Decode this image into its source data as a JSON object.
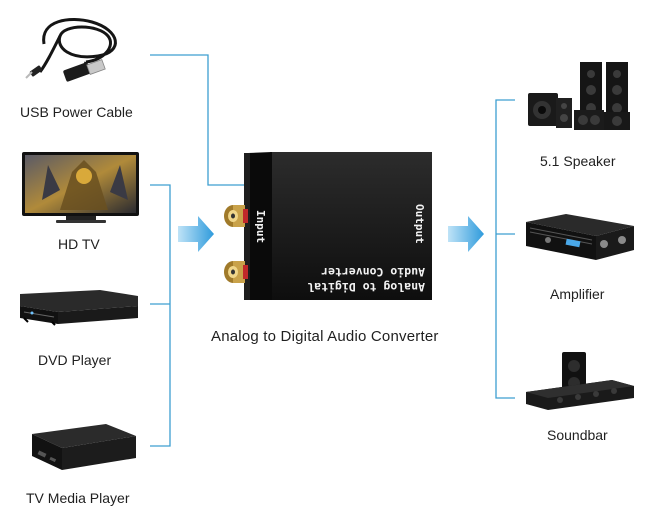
{
  "inputs": [
    {
      "label": "USB Power Cable",
      "icon": "usb-power-cable-icon"
    },
    {
      "label": "HD TV",
      "icon": "hd-tv-icon"
    },
    {
      "label": "DVD Player",
      "icon": "dvd-player-icon"
    },
    {
      "label": "TV Media Player",
      "icon": "tv-media-player-icon"
    }
  ],
  "outputs": [
    {
      "label": "5.1 Speaker",
      "icon": "speaker-system-icon"
    },
    {
      "label": "Amplifier",
      "icon": "amplifier-icon"
    },
    {
      "label": "Soundbar",
      "icon": "soundbar-icon"
    }
  ],
  "converter": {
    "caption": "Analog to Digital Audio Converter",
    "input_port_label": "Input",
    "output_port_label": "Output",
    "body_text_line1": "Analog to Digital",
    "body_text_line2": "Audio Converter"
  },
  "colors": {
    "connector_line": "#3d9fd1",
    "arrow": "#3aa6e0",
    "device_body": "#151515",
    "rca_gold": "#c9a24a",
    "rca_red": "#c0282a"
  }
}
